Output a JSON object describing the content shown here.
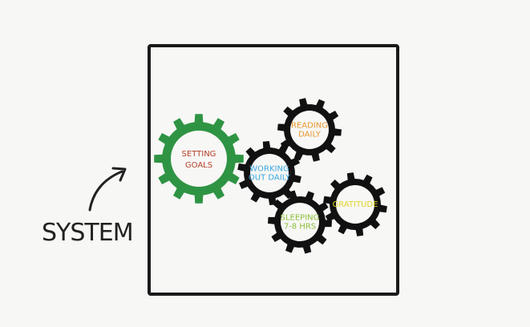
{
  "label": "SYSTEM",
  "gears": [
    {
      "lines": [
        "SETTING",
        "GOALS"
      ],
      "gear_color": "#2e9443",
      "text_color": "#b5402a"
    },
    {
      "lines": [
        "READING",
        "DAILY"
      ],
      "gear_color": "#111111",
      "text_color": "#e8962e"
    },
    {
      "lines": [
        "WORKING",
        "OUT DAILY"
      ],
      "gear_color": "#111111",
      "text_color": "#3aa6e0"
    },
    {
      "lines": [
        "SLEEPING",
        "7-8 HRS"
      ],
      "gear_color": "#111111",
      "text_color": "#8cbf3c"
    },
    {
      "lines": [
        "GRATITUDE"
      ],
      "gear_color": "#111111",
      "text_color": "#e2d52a"
    }
  ]
}
